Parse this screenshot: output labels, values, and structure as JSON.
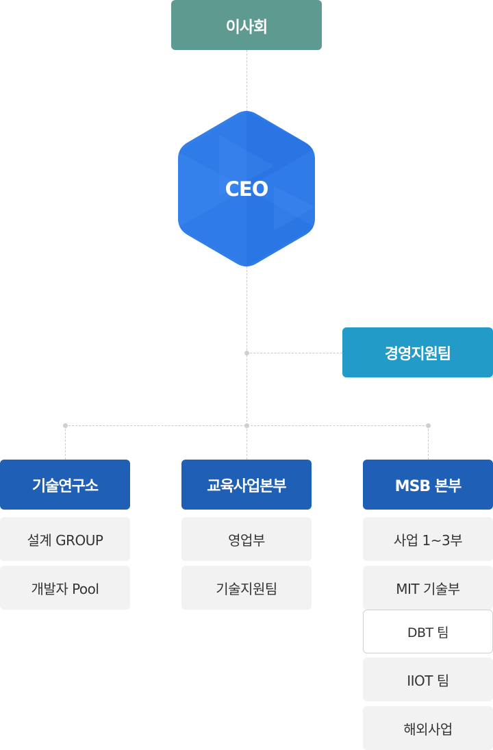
{
  "board": {
    "label": "이사회"
  },
  "ceo": {
    "label": "CEO"
  },
  "support": {
    "label": "경영지원팀"
  },
  "departments": [
    {
      "label": "기술연구소",
      "children": [
        "설계 GROUP",
        "개발자 Pool"
      ]
    },
    {
      "label": "교육사업본부",
      "children": [
        "영업부",
        "기술지원팀"
      ]
    },
    {
      "label": "MSB 본부",
      "children": [
        "사업 1~3부",
        "MIT 기술부",
        "DBT 팀",
        "IIOT 팀",
        "해외사업"
      ]
    }
  ],
  "colors": {
    "board": "#5e9a8f",
    "ceo": "#2f7be8",
    "support": "#239bc9",
    "department": "#1f5fb5",
    "sub_unit": "#f2f2f2"
  }
}
